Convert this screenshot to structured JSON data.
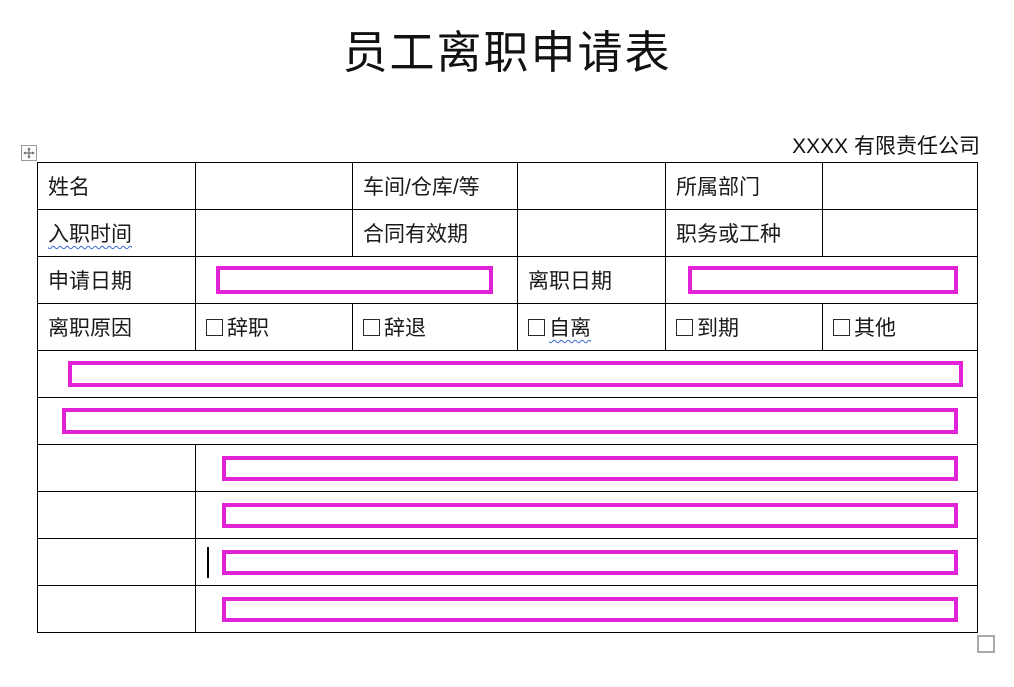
{
  "document": {
    "title": "员工离职申请表",
    "company": "XXXX 有限责任公司"
  },
  "form": {
    "fields": {
      "name": "姓名",
      "workshop": "车间/仓库/等",
      "department": "所属部门",
      "hire_date": "入职时间",
      "contract_validity": "合同有效期",
      "position": "职务或工种",
      "apply_date": "申请日期",
      "leave_date": "离职日期",
      "leave_reason": "离职原因"
    },
    "reason_options": [
      "辞职",
      "辞退",
      "自离",
      "到期",
      "其他"
    ]
  },
  "colors": {
    "highlight_box": "#E222D6",
    "table_border": "#000000",
    "squiggle": "#3A66CC",
    "handle_gray": "#999999"
  }
}
